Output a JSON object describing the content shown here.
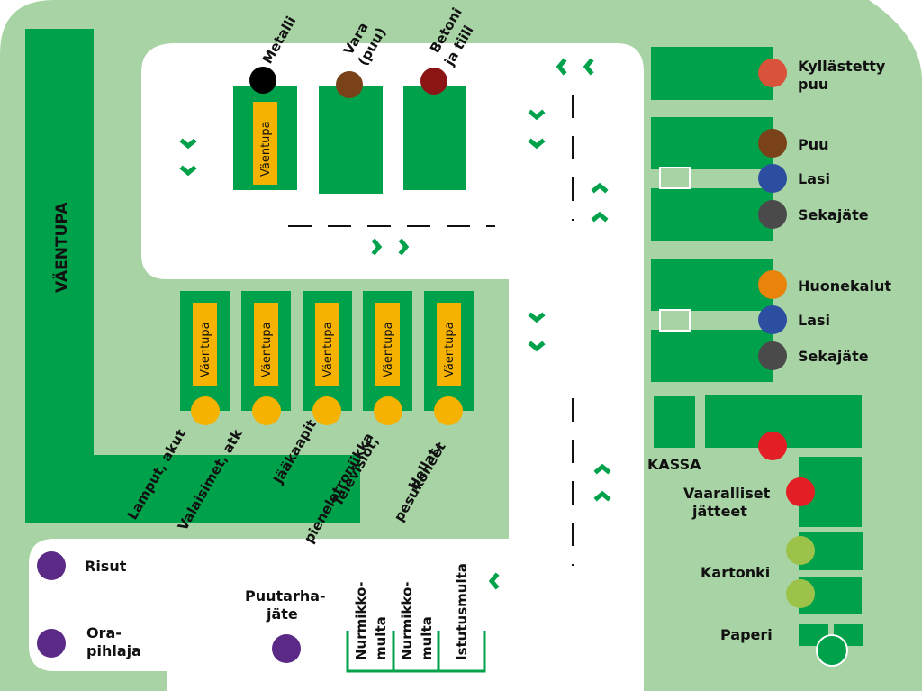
{
  "colors": {
    "background": "#a8d3a5",
    "container": "#00a14b",
    "yard": "#ffffff",
    "tag": "#f6b200",
    "arrow": "#00a14b",
    "metal": "#000000",
    "wood": "#7a4219",
    "concrete": "#8b1414",
    "impregnated": "#d9523a",
    "glass": "#2c4ea0",
    "mixed": "#4a4a4a",
    "furniture": "#e8830b",
    "hazardous": "#e31e24",
    "cardboard": "#9cc24a",
    "paper": "#00a14b",
    "garden": "#5b2a86",
    "electronics": "#f6b200"
  },
  "building": {
    "label": "VÄENTUPA"
  },
  "top_containers": [
    {
      "label": "Metalli",
      "color": "metal",
      "tag": "Väentupa"
    },
    {
      "label": "Vara (puu)",
      "line1": "Vara",
      "line2": "(puu)",
      "color": "wood"
    },
    {
      "label": "Betoni ja tiili",
      "line1": "Betoni",
      "line2": "ja tiili",
      "color": "concrete"
    }
  ],
  "electronics_containers": [
    {
      "tag": "Väentupa",
      "line1": "Lamput, akut",
      "line2": ""
    },
    {
      "tag": "Väentupa",
      "line1": "Valaisimet, atk",
      "line2": ""
    },
    {
      "tag": "Väentupa",
      "line1": "Jääkaapit",
      "line2": ""
    },
    {
      "tag": "Väentupa",
      "line1": "Televisiot,",
      "line2": "pieneletroniikka"
    },
    {
      "tag": "Väentupa",
      "line1": "Hellat,",
      "line2": "pesukoneet"
    }
  ],
  "right_stations": [
    {
      "line1": "Kyllästetty",
      "line2": "puu",
      "color": "impregnated"
    },
    {
      "line1": "Puu",
      "color": "wood"
    },
    {
      "line1": "Lasi",
      "color": "glass"
    },
    {
      "line1": "Sekajäte",
      "color": "mixed"
    },
    {
      "line1": "Huonekalut",
      "color": "furniture"
    },
    {
      "line1": "Lasi",
      "color": "glass"
    },
    {
      "line1": "Sekajäte",
      "color": "mixed"
    }
  ],
  "kassa": {
    "label": "KASSA"
  },
  "bottom_right": [
    {
      "line1": "Vaaralliset",
      "line2": "jätteet",
      "color": "hazardous"
    },
    {
      "line1": "Kartonki",
      "color": "cardboard"
    },
    {
      "line1": "Paperi",
      "color": "paper"
    }
  ],
  "garden": [
    {
      "line1": "Risut"
    },
    {
      "line1": "Ora-",
      "line2": "pihlaja"
    },
    {
      "line1": "Puutarha-",
      "line2": "jäte"
    }
  ],
  "soil_bays": [
    {
      "line1": "Nurmikko-",
      "line2": "multa"
    },
    {
      "line1": "Nurmikko-",
      "line2": "multa"
    },
    {
      "line1": "Istutusmulta",
      "line2": ""
    }
  ]
}
